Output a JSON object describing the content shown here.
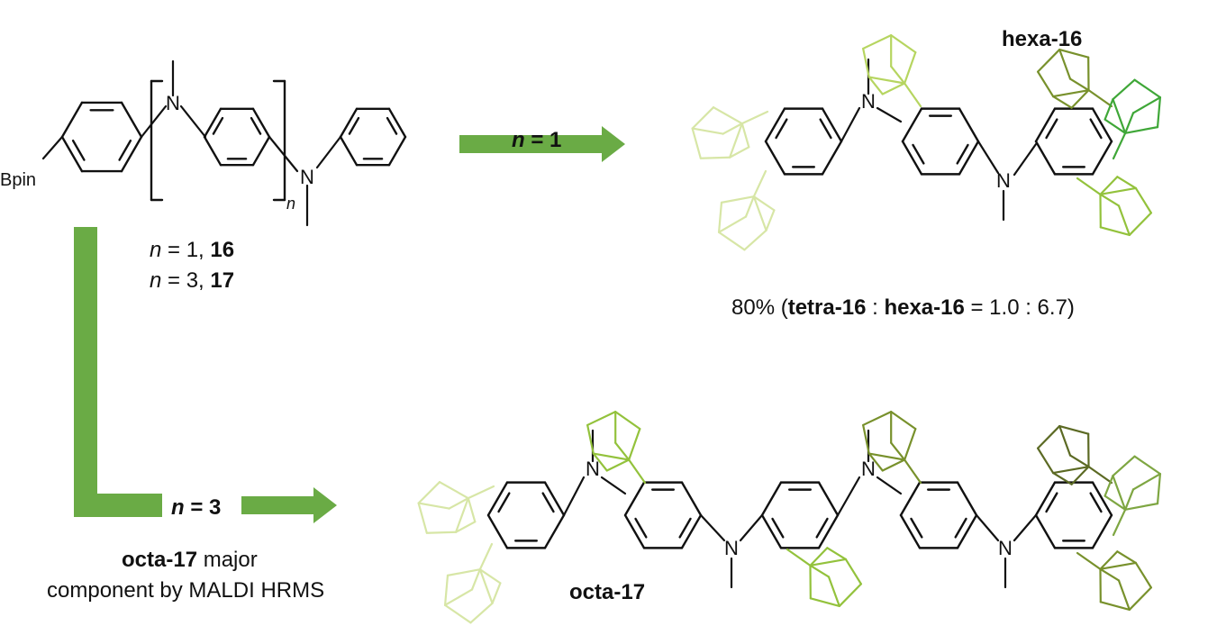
{
  "colors": {
    "arrow": "#6aab45",
    "bond": "#111111",
    "pale": "#d7e6a6",
    "lime": "#b6d560",
    "yellowgreen": "#93c23c",
    "olive": "#78912c",
    "green": "#3fa738",
    "darkolive": "#5c6a24",
    "mid": "#7ea642"
  },
  "reactant": {
    "group_label": "Bpin",
    "subscript": "n",
    "entries": [
      {
        "n_symbol": "n",
        "text": " = 1, ",
        "compound": "16"
      },
      {
        "n_symbol": "n",
        "text": " = 3, ",
        "compound": "17"
      }
    ]
  },
  "arrows": {
    "top": {
      "n_symbol": "n",
      "condition": " = 1"
    },
    "bottom": {
      "n_symbol": "n",
      "condition": " = 3"
    }
  },
  "products": {
    "hexa": {
      "name": "hexa-16",
      "yield_prefix": "80% (",
      "ratio_a": "tetra-16",
      "ratio_sep": " : ",
      "ratio_b": "hexa-16",
      "ratio_value": " = 1.0 : 6.7)"
    },
    "octa": {
      "name": "octa-17",
      "note_bold": "octa-17",
      "note_line1": " major",
      "note_line2": "component by MALDI HRMS"
    }
  },
  "atoms": {
    "nitrogen": "N"
  }
}
